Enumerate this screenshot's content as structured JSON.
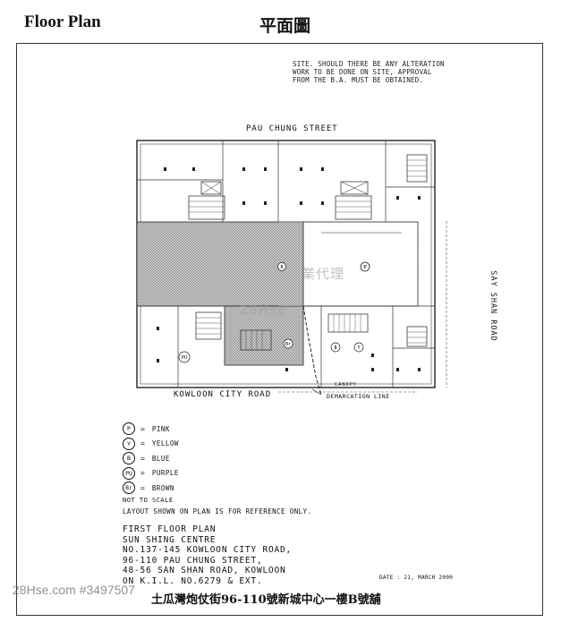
{
  "header": {
    "title_en": "Floor Plan",
    "title_zh": "平面圖"
  },
  "plan": {
    "note_lines": [
      "SITE. SHOULD THERE BE ANY ALTERATION",
      "WORK TO BE DONE ON SITE, APPROVAL",
      "FROM THE B.A. MUST BE OBTAINED."
    ],
    "street_top": "PAU CHUNG STREET",
    "street_bottom": "KOWLOON CITY ROAD",
    "street_right": "SAY SHAN ROAD",
    "demarcation_label": "DEMARCATION LINE",
    "canopy_label": "CANOPY",
    "area_label": "P"
  },
  "legend": [
    {
      "key": "P",
      "name": "PINK"
    },
    {
      "key": "Y",
      "name": "YELLOW"
    },
    {
      "key": "B",
      "name": "BLUE"
    },
    {
      "key": "PU",
      "name": "PURPLE"
    },
    {
      "key": "Br",
      "name": "BROWN"
    }
  ],
  "legend_eq": "=",
  "not_to_scale": "NOT TO SCALE",
  "layout_note": "LAYOUT SHOWN ON PLAN IS FOR REFERENCE ONLY.",
  "address": {
    "lines": [
      "FIRST FLOOR PLAN",
      "SUN SHING CENTRE",
      "NO.137-145 KOWLOON CITY ROAD,",
      "96-110 PAU CHUNG STREET,",
      "48-56 SAN SHAN ROAD, KOWLOON",
      "ON K.I.L. NO.6279 & EXT."
    ],
    "date": "DATE : 21, MARCH 2000",
    "zh": "土瓜灣炮仗街96-110號新城中心一樓B號舖"
  },
  "watermarks": {
    "agency": "業代理",
    "logo": "28Hse",
    "listing": "28Hse.com #3497507"
  }
}
